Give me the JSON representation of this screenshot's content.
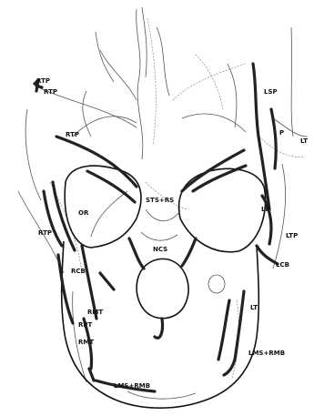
{
  "labels": {
    "rtp_upper_1": "RTP",
    "rtp_upper_2": "RTP",
    "lsp": "LSP",
    "rtp_mid": "RTP",
    "p_small": "P",
    "ml_small": "LT",
    "stc_rs": "STS+RS",
    "or": "OR",
    "rtp_left": "RTP",
    "lp": "LP",
    "ltp": "LTP",
    "ncs": "NCS",
    "rcb": "RCB",
    "lcb": "LCB",
    "rmt": "RMT",
    "rpt": "RPT",
    "rmt_low": "RMT",
    "lt": "LT",
    "lms_rmb_right": "LMS+RMB",
    "lms_rmb_bottom": "LMS+RMB"
  }
}
